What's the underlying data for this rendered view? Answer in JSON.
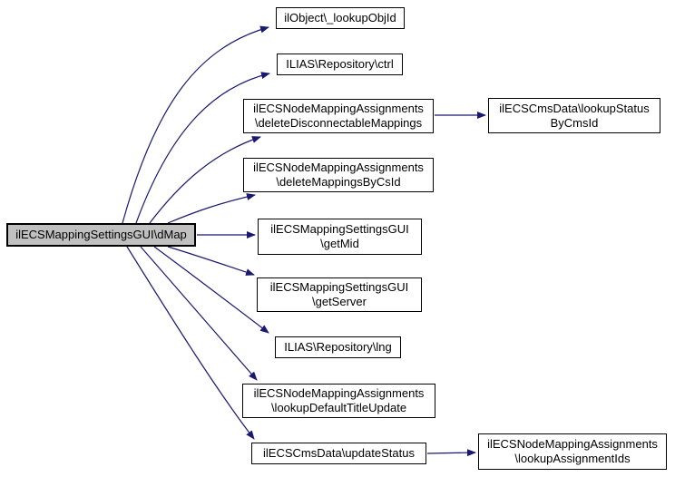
{
  "diagram": {
    "type": "call-graph",
    "colors": {
      "edge": "#191970",
      "node_fill": "#ffffff",
      "node_border": "#000000",
      "focus_fill": "#c0c0c0"
    },
    "nodes": [
      {
        "id": "dmap",
        "focus": true,
        "lines": [
          "ilECSMappingSettingsGUI\\dMap"
        ]
      },
      {
        "id": "lookup-obj-id",
        "lines": [
          "ilObject\\_lookupObjId"
        ]
      },
      {
        "id": "repository-ctrl",
        "lines": [
          "ILIAS\\Repository\\ctrl"
        ]
      },
      {
        "id": "delete-disconnectable-mappings",
        "lines": [
          "ilECSNodeMappingAssignments",
          "\\deleteDisconnectableMappings"
        ]
      },
      {
        "id": "lookup-status-by-cms-id",
        "lines": [
          "ilECSCmsData\\lookupStatus",
          "ByCmsId"
        ]
      },
      {
        "id": "delete-mappings-by-cs-id",
        "lines": [
          "ilECSNodeMappingAssignments",
          "\\deleteMappingsByCsId"
        ]
      },
      {
        "id": "get-mid",
        "lines": [
          "ilECSMappingSettingsGUI",
          "\\getMid"
        ]
      },
      {
        "id": "get-server",
        "lines": [
          "ilECSMappingSettingsGUI",
          "\\getServer"
        ]
      },
      {
        "id": "repository-lng",
        "lines": [
          "ILIAS\\Repository\\lng"
        ]
      },
      {
        "id": "lookup-default-title-update",
        "lines": [
          "ilECSNodeMappingAssignments",
          "\\lookupDefaultTitleUpdate"
        ]
      },
      {
        "id": "update-status",
        "lines": [
          "ilECSCmsData\\updateStatus"
        ]
      },
      {
        "id": "lookup-assignment-ids",
        "lines": [
          "ilECSNodeMappingAssignments",
          "\\lookupAssignmentIds"
        ]
      }
    ],
    "edges": [
      {
        "from": "dmap",
        "to": "lookup-obj-id"
      },
      {
        "from": "dmap",
        "to": "repository-ctrl"
      },
      {
        "from": "dmap",
        "to": "delete-disconnectable-mappings"
      },
      {
        "from": "dmap",
        "to": "delete-mappings-by-cs-id"
      },
      {
        "from": "dmap",
        "to": "get-mid"
      },
      {
        "from": "dmap",
        "to": "get-server"
      },
      {
        "from": "dmap",
        "to": "repository-lng"
      },
      {
        "from": "dmap",
        "to": "lookup-default-title-update"
      },
      {
        "from": "dmap",
        "to": "update-status"
      },
      {
        "from": "delete-disconnectable-mappings",
        "to": "lookup-status-by-cms-id"
      },
      {
        "from": "update-status",
        "to": "lookup-assignment-ids"
      }
    ]
  }
}
